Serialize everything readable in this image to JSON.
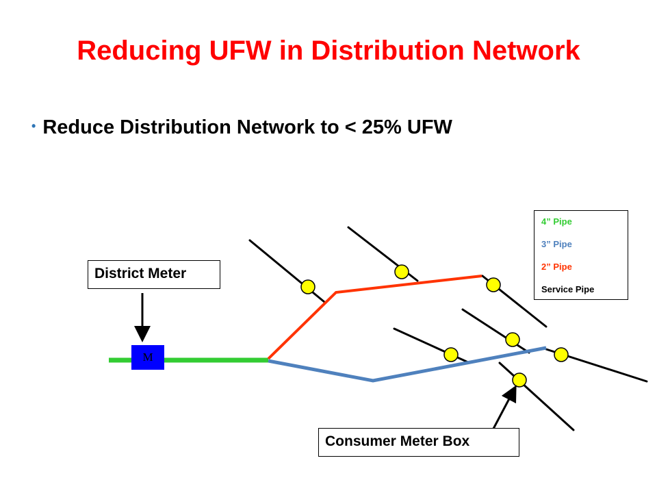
{
  "title": "Reducing UFW in Distribution Network",
  "bullet": "Reduce Distribution Network to < 25% UFW",
  "labels": {
    "district_meter": "District Meter",
    "consumer_meter_box": "Consumer Meter Box",
    "meter_symbol": "M"
  },
  "legend": [
    {
      "label": "4” Pipe",
      "color": "#33cc33"
    },
    {
      "label": "3” Pipe",
      "color": "#4f81bd"
    },
    {
      "label": "2” Pipe",
      "color": "#ff3300"
    },
    {
      "label": "Service Pipe",
      "color": "#000000"
    }
  ],
  "colors": {
    "title": "#ff0000",
    "pipe_4in": "#33cc33",
    "pipe_3in": "#4f81bd",
    "pipe_2in": "#ff3300",
    "service_pipe": "#000000",
    "meter_fill": "#ffff00",
    "district_meter_fill": "#0000ff"
  }
}
